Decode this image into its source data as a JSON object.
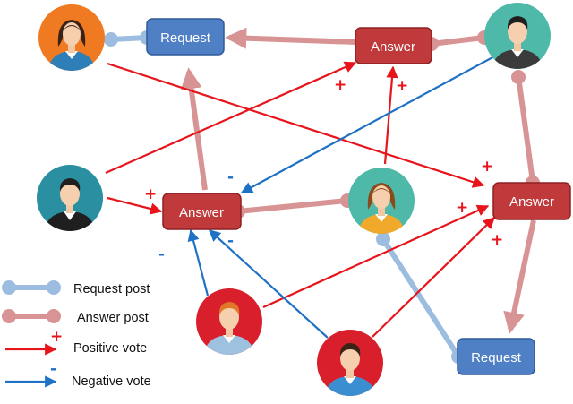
{
  "colors": {
    "request_fill": "#4f7fc5",
    "request_stroke": "#2e5a99",
    "answer_fill": "#c0393b",
    "answer_stroke": "#8e2124",
    "request_link": "#9dbde0",
    "answer_link": "#d89494",
    "positive": "#e8141b",
    "negative": "#1f71c4"
  },
  "nodes": {
    "request_top": "Request",
    "request_bottom": "Request",
    "answer_top": "Answer",
    "answer_left": "Answer",
    "answer_right": "Answer"
  },
  "signs": {
    "plus": "+",
    "minus": "-"
  },
  "legend": {
    "request_post": "Request post",
    "answer_post": "Answer post",
    "positive_vote": "Positive vote",
    "negative_vote": "Negative vote",
    "plus_mark": "+",
    "minus_mark": "-"
  },
  "users": [
    {
      "id": "user-1",
      "bg": "#ef7a22",
      "icon": "woman-avatar-icon"
    },
    {
      "id": "user-2",
      "bg": "#4fb9a9",
      "icon": "man-avatar-icon"
    },
    {
      "id": "user-3",
      "bg": "#2a8fa1",
      "icon": "man-avatar-icon"
    },
    {
      "id": "user-4",
      "bg": "#4fb9a9",
      "icon": "woman-avatar-icon"
    },
    {
      "id": "user-5",
      "bg": "#da1f2c",
      "icon": "man-avatar-icon"
    },
    {
      "id": "user-6",
      "bg": "#da1f2c",
      "icon": "man-avatar-icon"
    }
  ]
}
